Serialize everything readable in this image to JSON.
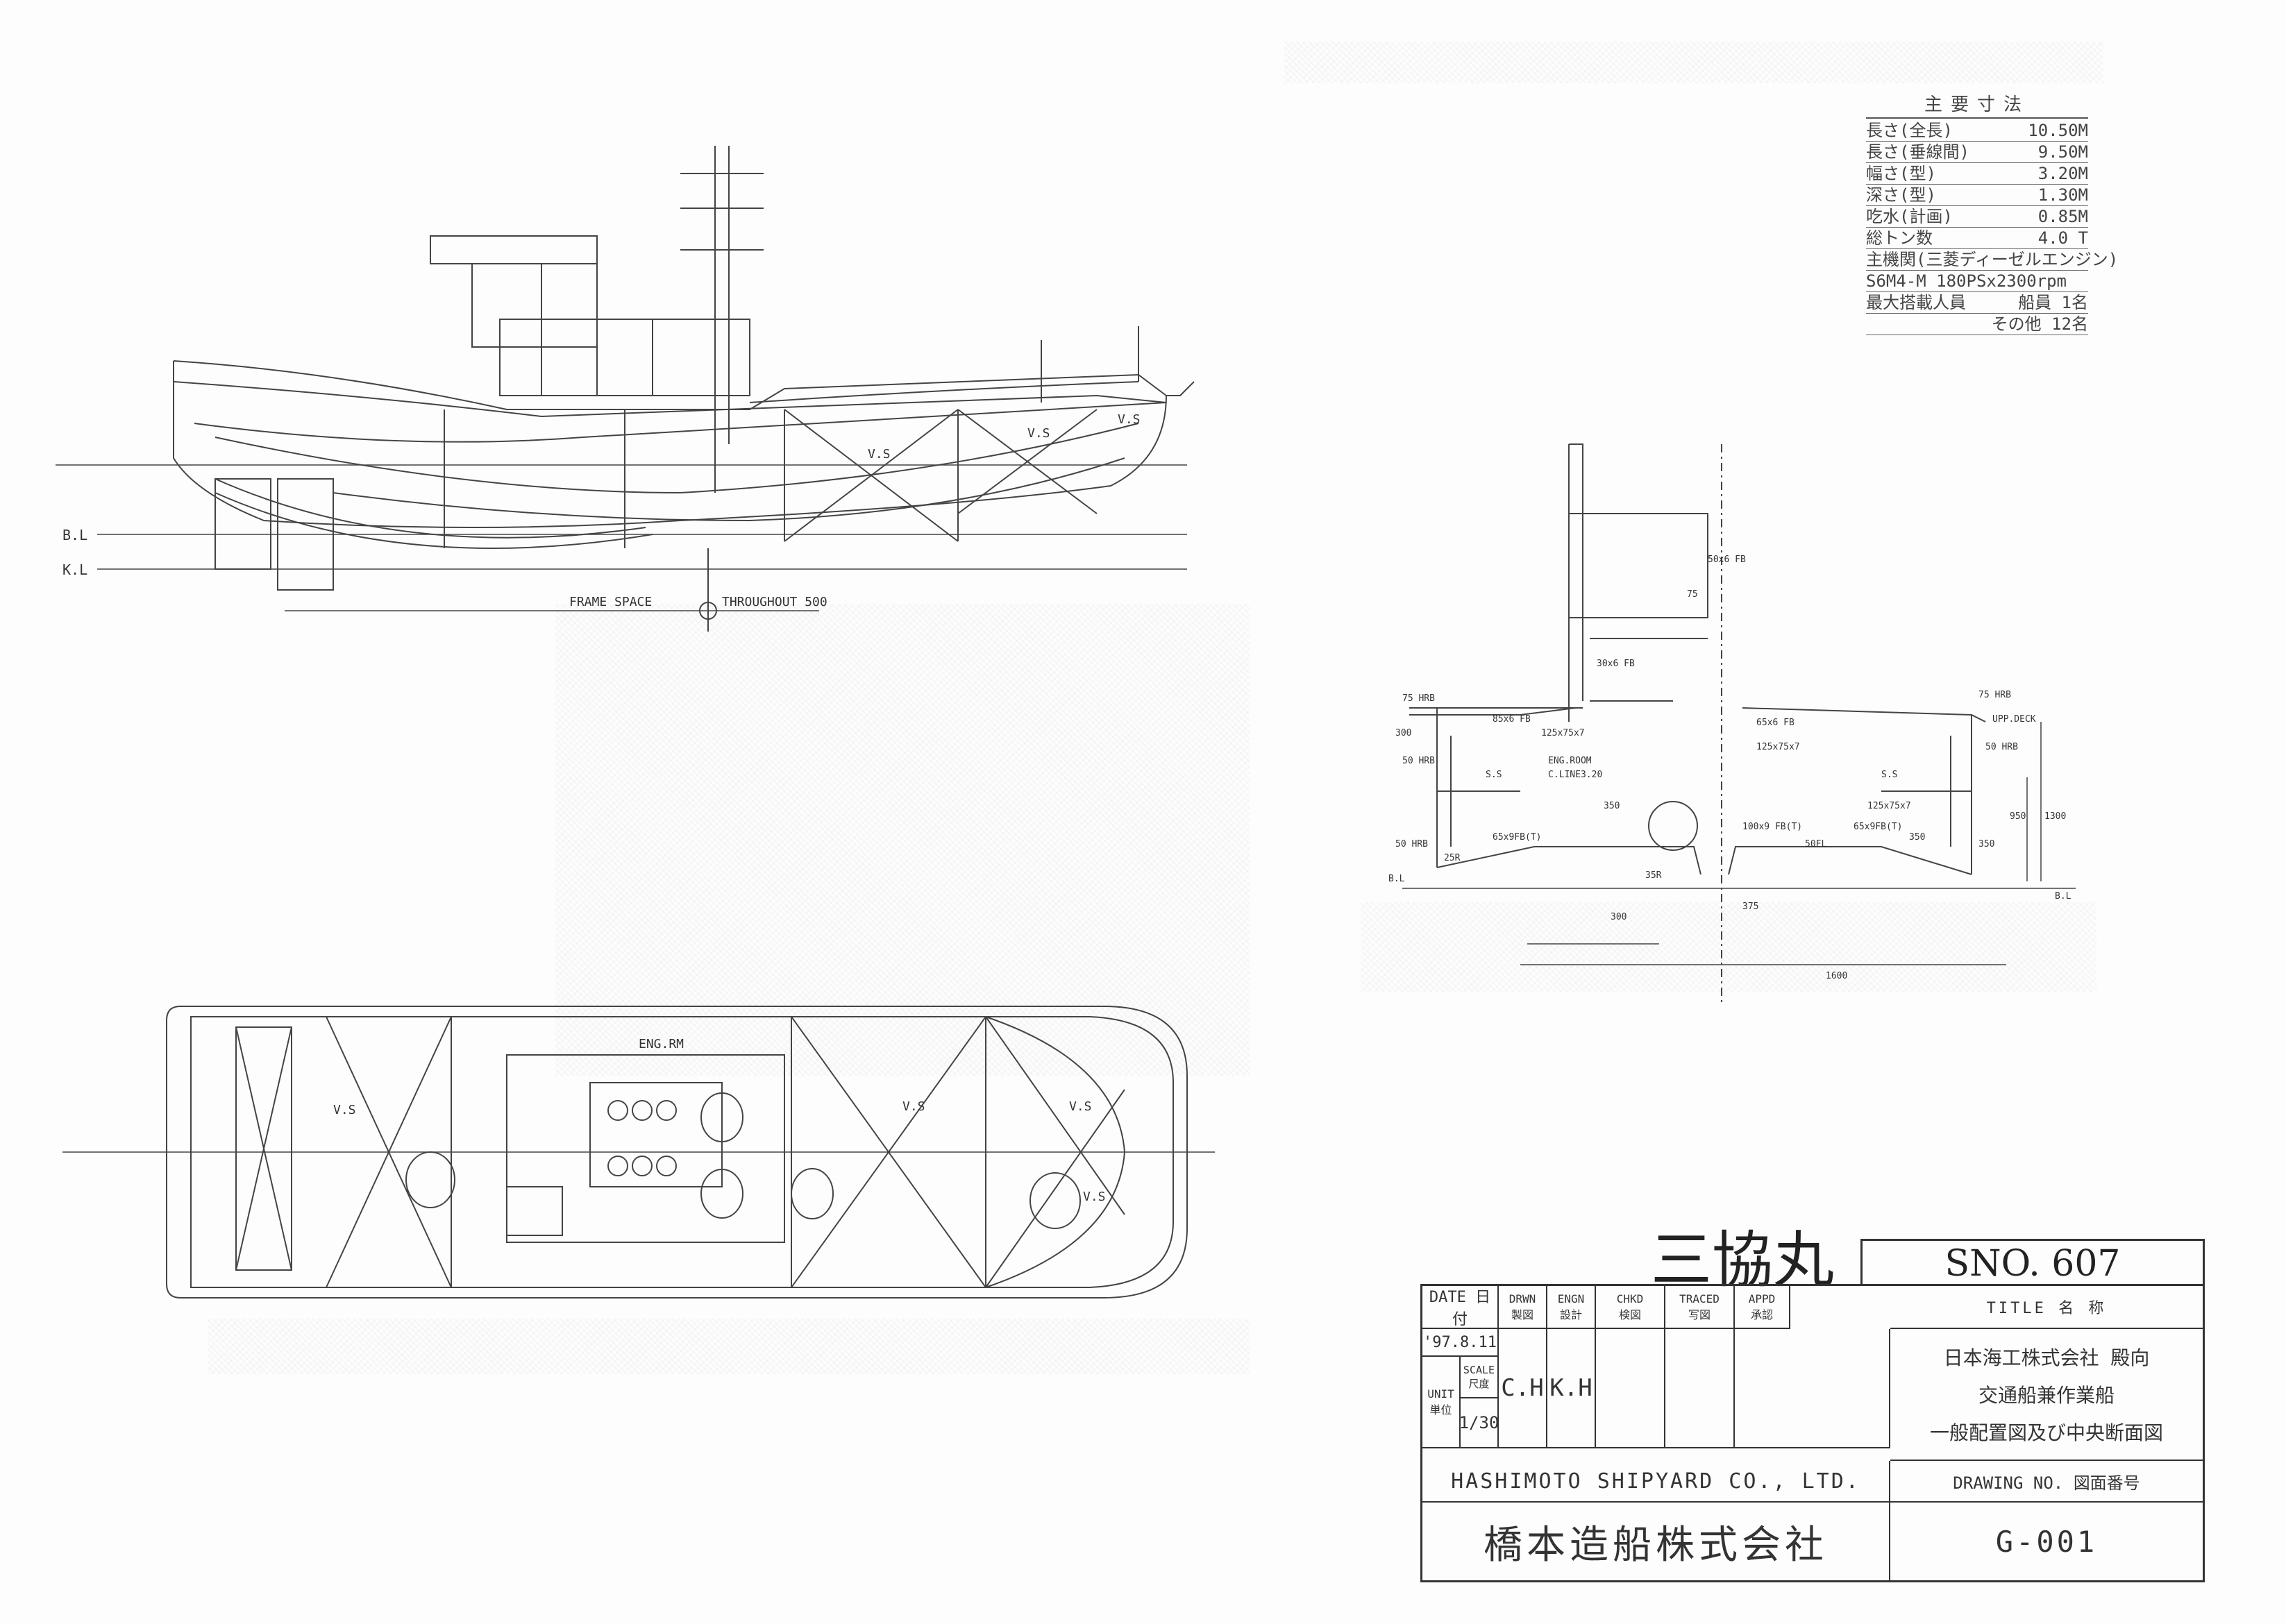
{
  "spec_table": {
    "heading": "主要寸法",
    "rows": [
      {
        "label": "長さ(全長)",
        "value": "10.50M"
      },
      {
        "label": "長さ(垂線間)",
        "value": "9.50M"
      },
      {
        "label": "幅さ(型)",
        "value": "3.20M"
      },
      {
        "label": "深さ(型)",
        "value": "1.30M"
      },
      {
        "label": "吃水(計画)",
        "value": "0.85M"
      },
      {
        "label": "総トン数",
        "value": "4.0 T"
      }
    ],
    "engine_label": "主機関(三菱ディーゼルエンジン)",
    "engine_model": "S6M4-M  180PSx2300rpm",
    "persons_label": "最大搭載人員",
    "crew": "船員 1名",
    "others": "その他 12名"
  },
  "profile": {
    "bl": "B.L",
    "kl": "K.L",
    "frame_space": "FRAME SPACE",
    "throughout": "THROUGHOUT 500",
    "vs1": "V.S",
    "vs2": "V.S",
    "vs3": "V.S"
  },
  "plan": {
    "eng_rm": "ENG.RM",
    "vs1": "V.S",
    "vs2": "V.S",
    "vs3": "V.S",
    "vs4": "V.S"
  },
  "section": {
    "labels": [
      "75 HRB",
      "300",
      "50 HRB",
      "85x6 FB",
      "125x75x7",
      "S.S",
      "ENG.ROOM",
      "C.LINE3.20",
      "65x9FB(T)",
      "50 HRB",
      "25R",
      "35R",
      "300",
      "350",
      "75 HRB",
      "UPP.DECK",
      "65x6 FB",
      "125x75x7",
      "S.S",
      "50 HRB",
      "125x75x7",
      "100x9 FB(T)",
      "65x9FB(T)",
      "50FL",
      "350",
      "350",
      "950",
      "1300",
      "B.L",
      "375",
      "1600",
      "50x6 FB",
      "30x6 FB",
      "75",
      "B.L"
    ]
  },
  "title_block": {
    "ship_name": "三協丸",
    "sno": "SNO. 607",
    "title_label": "TITLE 名 称",
    "date_label": "DATE 日付",
    "date": "'97.8.11",
    "drwn": "DRWN",
    "drwn_jp": "製図",
    "engn": "ENGN",
    "engn_jp": "設計",
    "chkd": "CHKD",
    "chkd_jp": "検図",
    "traced": "TRACED",
    "traced_jp": "写図",
    "appd": "APPD",
    "appd_jp": "承認",
    "unit_label": "UNIT",
    "unit_jp": "単位",
    "scale_label": "SCALE",
    "scale_jp": "尺度",
    "scale": "1/30",
    "drwn_val": "C.H",
    "engn_val": "K.H",
    "title_line1": "日本海工株式会社 殿向",
    "title_line2": "交通船兼作業船",
    "title_line3": "一般配置図及び中央断面図",
    "company_en": "HASHIMOTO SHIPYARD CO., LTD.",
    "company_jp": "橋本造船株式会社",
    "drawing_no_label": "DRAWING NO. 図面番号",
    "drawing_no": "G-001"
  }
}
